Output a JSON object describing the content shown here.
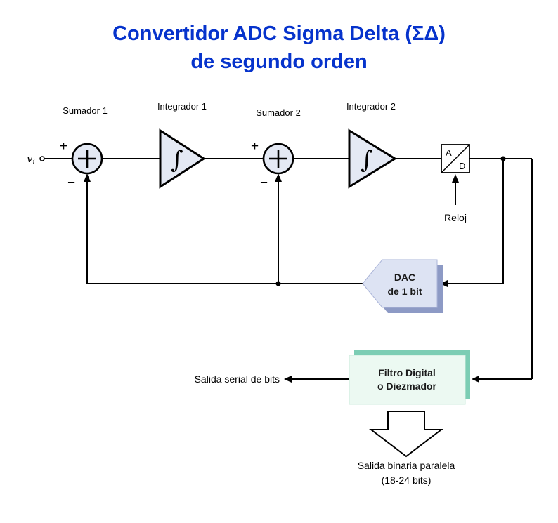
{
  "title": {
    "line1": "Convertidor ADC Sigma Delta (ΣΔ)",
    "line2": "de segundo orden"
  },
  "diagram": {
    "input": {
      "base": "v",
      "sub": "i"
    },
    "sumador1": {
      "label": "Sumador 1",
      "plus": "+",
      "minus": "−"
    },
    "integrador1": {
      "label": "Integrador 1",
      "symbol": "∫"
    },
    "sumador2": {
      "label": "Sumador 2",
      "plus": "+",
      "minus": "−"
    },
    "integrador2": {
      "label": "Integrador 2",
      "symbol": "∫"
    },
    "adc": {
      "top": "A",
      "bottom": "D",
      "clock_label": "Reloj"
    },
    "dac": {
      "line1": "DAC",
      "line2": "de 1 bit"
    },
    "filtro": {
      "line1": "Filtro Digital",
      "line2": "o Diezmador"
    },
    "salida_serial": "Salida serial de bits",
    "salida_paralela": {
      "line1": "Salida binaria paralela",
      "line2": "(18-24 bits)"
    }
  },
  "colors": {
    "title": "#0633cc",
    "block_fill": "#e4e9f4",
    "dac_fill": "#dde3f3",
    "dac_shadow": "#8d9ac5",
    "filtro_fill": "#ecf9f2",
    "filtro_shadow": "#7ccdb4",
    "line": "#000000"
  }
}
